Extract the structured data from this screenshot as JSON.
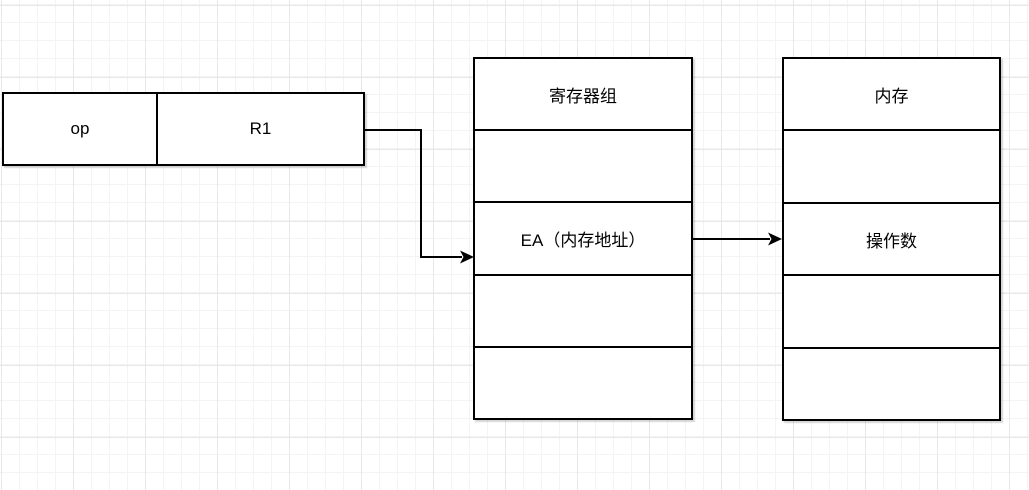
{
  "diagram": {
    "description": "register indirect addressing diagram",
    "instruction": {
      "op_label": "op",
      "register_label": "R1"
    },
    "register_file": {
      "title": "寄存器组",
      "rows": [
        "",
        "EA（内存地址）",
        "",
        ""
      ]
    },
    "memory": {
      "title": "内存",
      "rows": [
        "",
        "操作数",
        "",
        ""
      ]
    },
    "arrows": [
      {
        "id": "instruction-to-register-file",
        "from": "R1",
        "to": "EA（内存地址）"
      },
      {
        "id": "register-file-to-memory",
        "from": "EA（内存地址）",
        "to": "操作数"
      }
    ],
    "colors": {
      "stroke": "#000000",
      "text": "#000000",
      "shape_fill": "#ffffff",
      "canvas_background": "#ffffff",
      "grid_minor": "#f4f4f4",
      "grid_major": "#e8e8e8"
    }
  }
}
